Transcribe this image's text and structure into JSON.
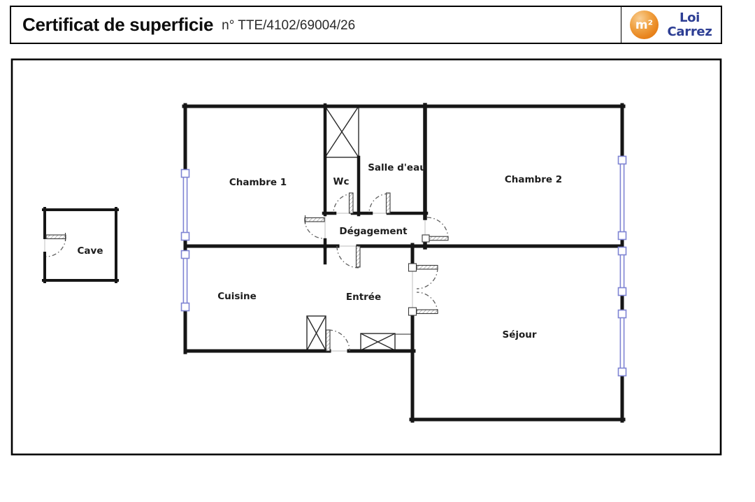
{
  "header": {
    "title": "Certificat de superficie",
    "certificate_number": "n° TTE/4102/69004/26",
    "logo": {
      "symbol": "m²",
      "law_line1": "Loi",
      "law_line2": "Carrez"
    }
  },
  "rooms": {
    "chambre1": "Chambre 1",
    "wc": "Wc",
    "salle_deau": "Salle d'eau",
    "chambre2": "Chambre 2",
    "degagement": "Dégagement",
    "cave": "Cave",
    "cuisine": "Cuisine",
    "entree": "Entrée",
    "sejour": "Séjour"
  },
  "colors": {
    "wall": "#161616",
    "window": "#7f84d3",
    "logo_orange": "#e8831c",
    "logo_navy": "#2d3e94"
  }
}
